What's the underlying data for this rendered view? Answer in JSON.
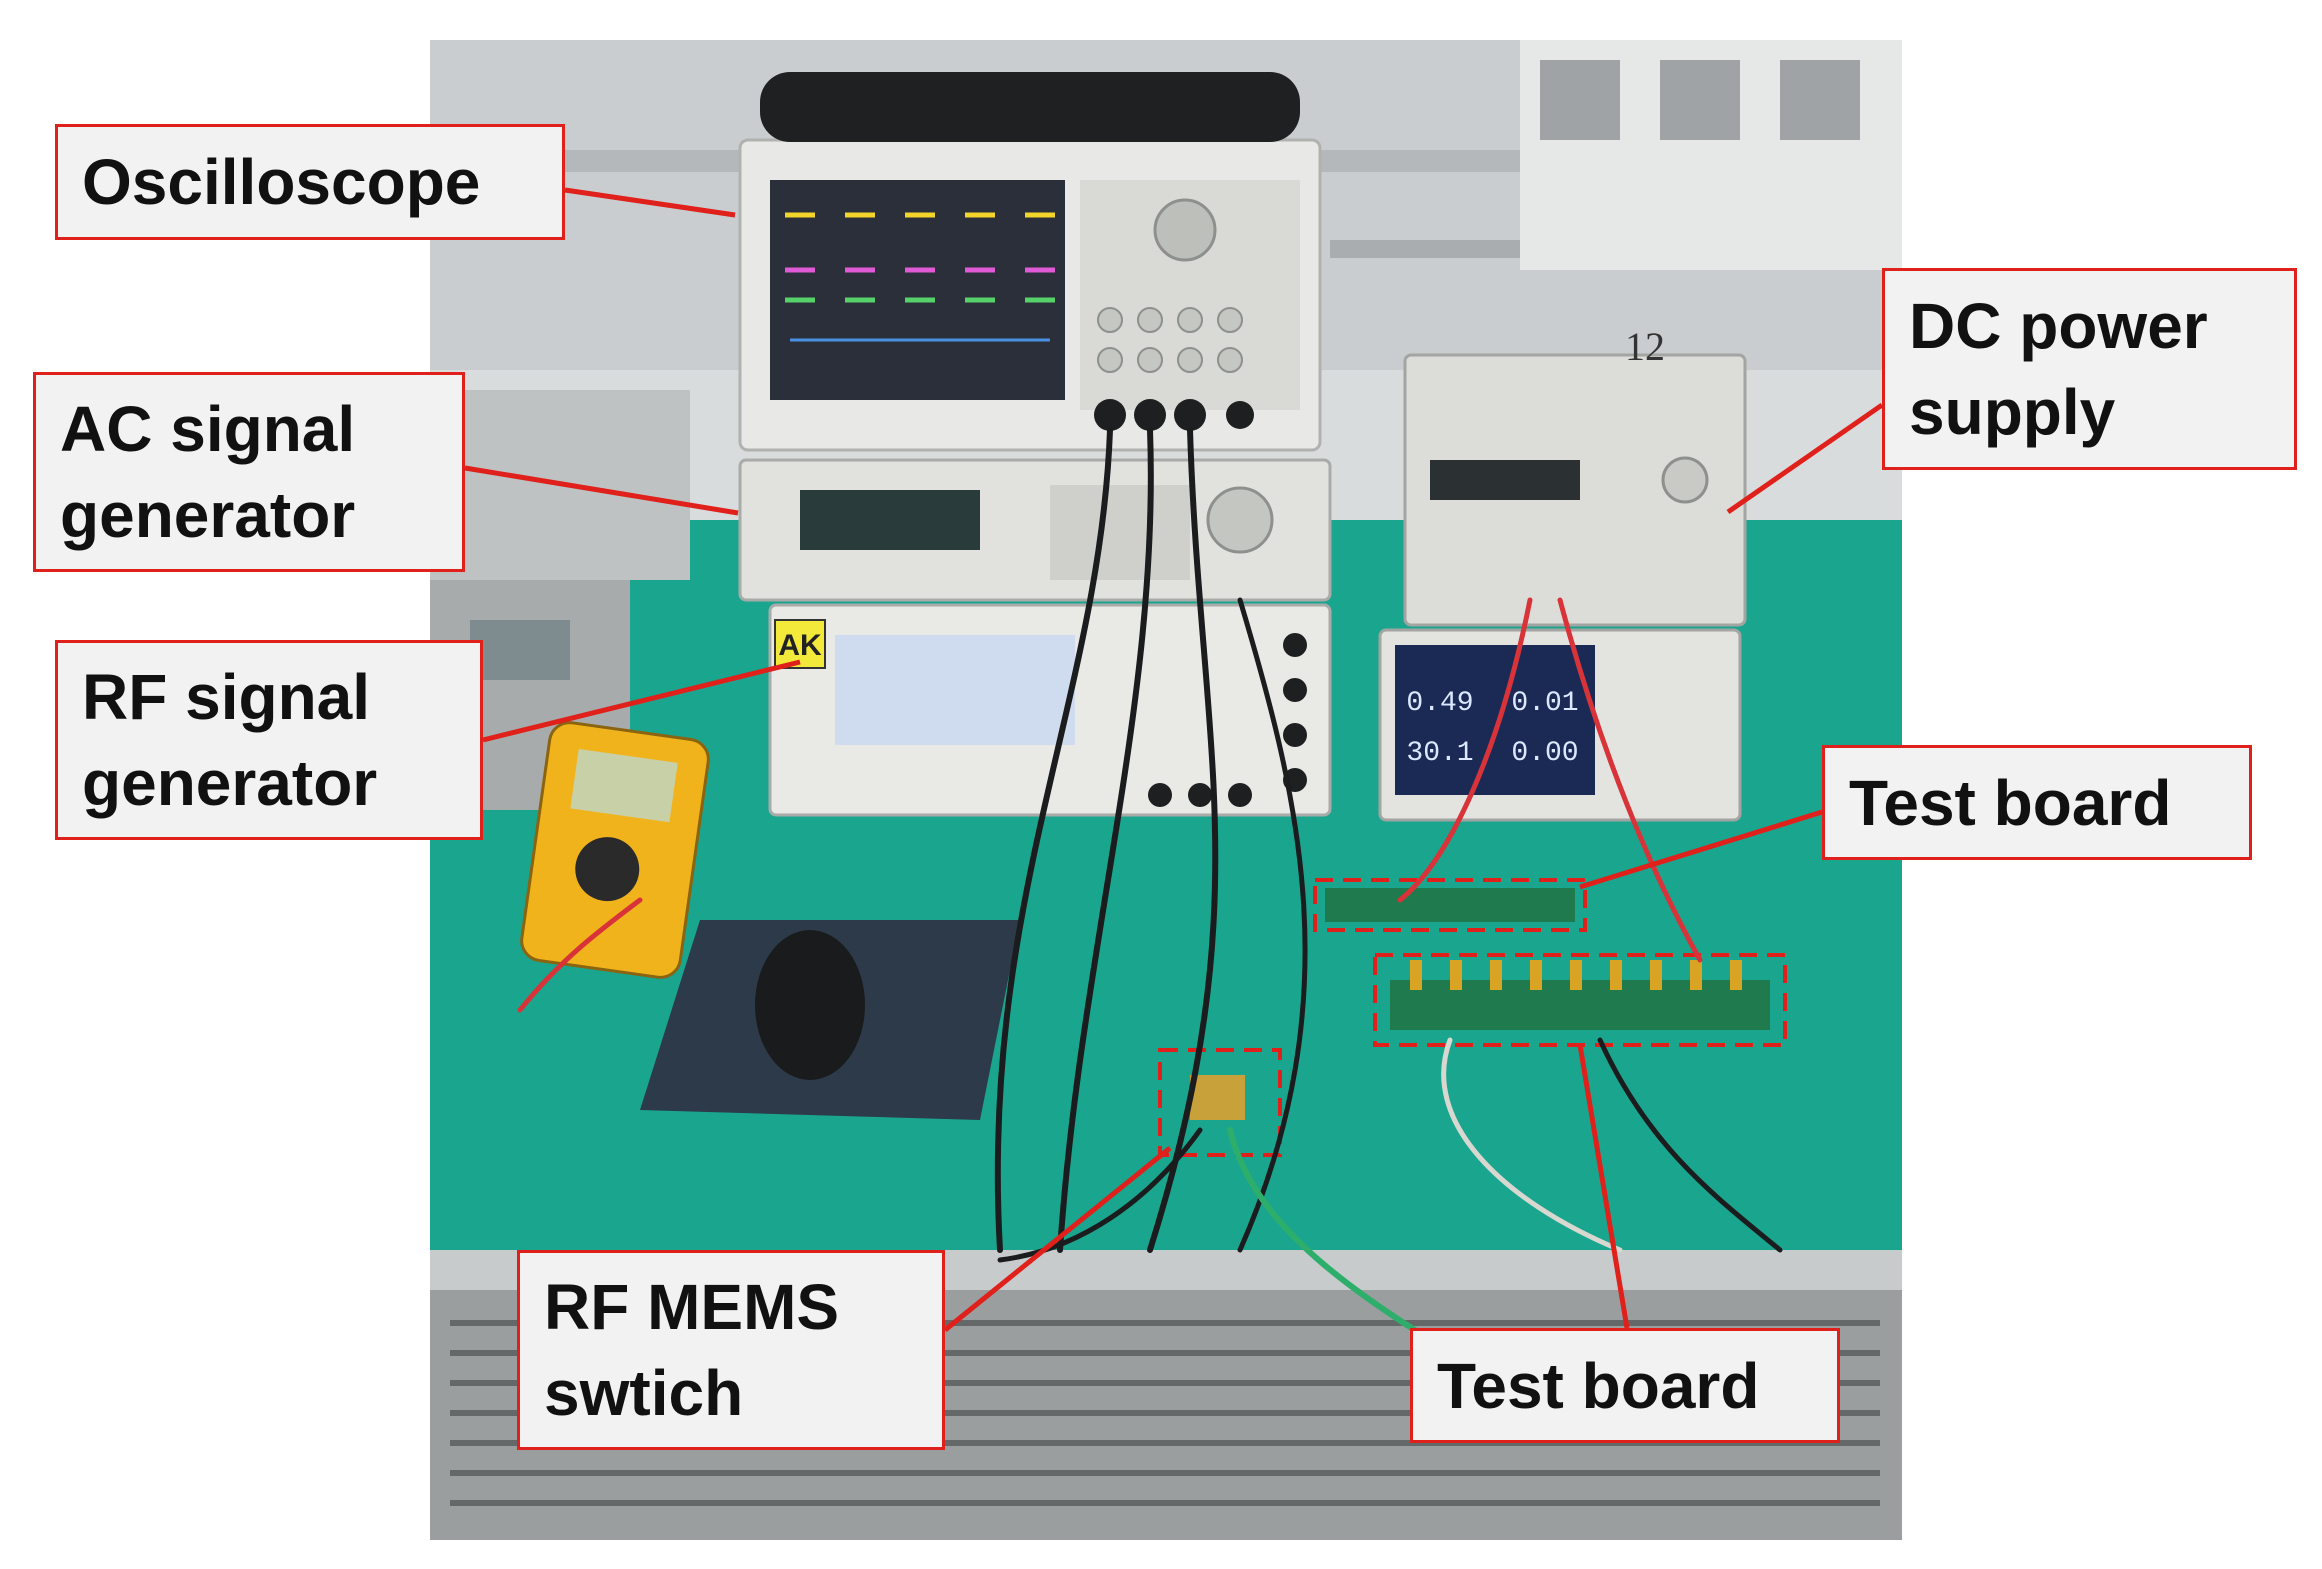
{
  "labels": {
    "oscilloscope": "Oscilloscope",
    "ac_line1": "AC signal",
    "ac_line2": "generator",
    "rf_line1": "RF signal",
    "rf_line2": "generator",
    "dc_line1": "DC power",
    "dc_line2": "supply",
    "test_board_top": "Test board",
    "test_board_bottom": "Test board",
    "mems_line1": "RF MEMS",
    "mems_line2": "swtich",
    "ak_tag": "AK",
    "bench_number": "12",
    "dc_readout_1": "0.49",
    "dc_readout_2": "0.01",
    "dc_readout_3": "30.1",
    "dc_readout_4": "0.00"
  },
  "colors": {
    "callout_border": "#e0201b",
    "callout_fill": "#f2f2f2",
    "bench_mat": "#1aa58f",
    "leader_line": "#e0201b"
  }
}
